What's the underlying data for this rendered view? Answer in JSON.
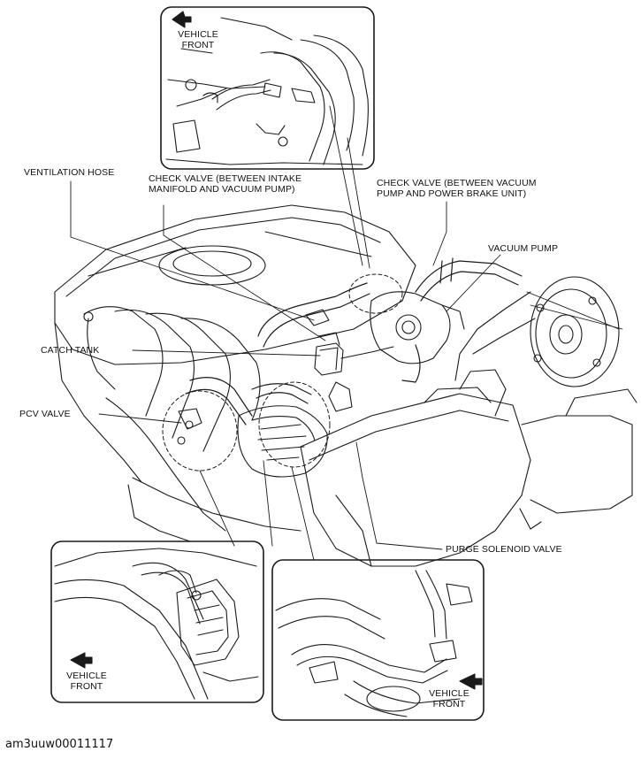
{
  "labels": {
    "ventilation_hose": "VENTILATION HOSE",
    "check_valve_intake_line1": "CHECK VALVE (BETWEEN INTAKE",
    "check_valve_intake_line2": "MANIFOLD AND VACUUM PUMP)",
    "check_valve_vacuum_line1": "CHECK VALVE (BETWEEN VACUUM",
    "check_valve_vacuum_line2": "PUMP AND POWER BRAKE UNIT)",
    "vacuum_pump": "VACUUM PUMP",
    "catch_tank": "CATCH TANK",
    "pcv_valve": "PCV VALVE",
    "purge_solenoid_valve": "PURGE SOLENOID VALVE"
  },
  "insets": {
    "top": {
      "vehicle_line1": "VEHICLE",
      "vehicle_line2": "FRONT"
    },
    "bottom_left": {
      "vehicle_line1": "VEHICLE",
      "vehicle_line2": "FRONT"
    },
    "bottom_right": {
      "vehicle_line1": "VEHICLE",
      "vehicle_line2": "FRONT"
    }
  },
  "figure_code": "am3uuw00011117"
}
